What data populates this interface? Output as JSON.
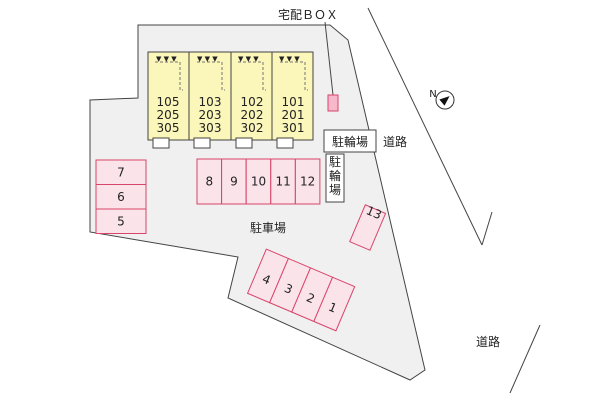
{
  "title": "",
  "delivery_box_label": "宅配ＢＯＸ",
  "parking_label": "駐車場",
  "bike_parking_label_top": "駐輪場",
  "bike_parking_label_side": "駐輪場",
  "road_label_east": "道路",
  "road_label_south": "道路",
  "north_label": "N",
  "units": [
    [
      "105",
      "205",
      "305"
    ],
    [
      "103",
      "203",
      "303"
    ],
    [
      "102",
      "202",
      "302"
    ],
    [
      "101",
      "201",
      "301"
    ]
  ],
  "parking_left": [
    "7",
    "6",
    "5"
  ],
  "parking_center": [
    "8",
    "9",
    "10",
    "11",
    "12"
  ],
  "parking_bottom": [
    "4",
    "3",
    "2",
    "1"
  ],
  "parking_right": "13",
  "colors": {
    "site_fill": "#f0f0f0",
    "building_fill": "#fbf6b9",
    "parking_fill": "#fbe3ea",
    "parking_stroke": "#d8456a",
    "box_fill": "#f7b8cc",
    "outline": "#444444"
  }
}
